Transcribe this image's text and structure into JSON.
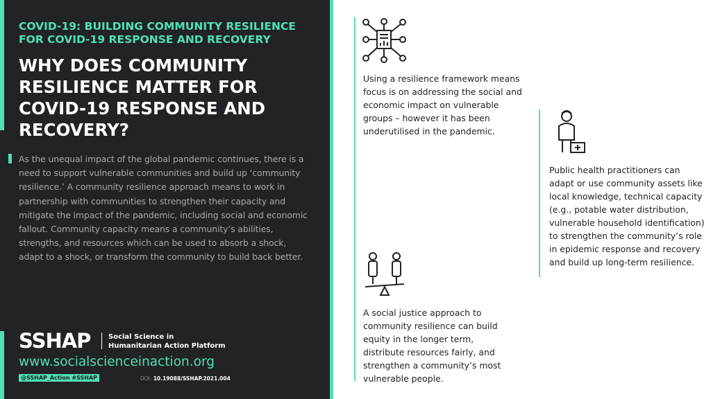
{
  "header": {
    "subtitle": "COVID-19: BUILDING COMMUNITY RESILIENCE FOR COVID-19 RESPONSE AND RECOVERY",
    "title": "WHY DOES COMMUNITY RESILIENCE MATTER FOR COVID-19 RESPONSE AND RECOVERY?"
  },
  "intro": "As the unequal impact of the global pandemic continues, there is a need to support vulnerable communities and build up ‘community resilience.’ A community resilience approach means to work in partnership with communities to strengthen their capacity and mitigate the impact of the pandemic, including social and economic fallout. Community capacity means a community’s abilities, strengths, and resources which can be used to absorb a shock, adapt to a shock, or transform the community to build back better.",
  "footer": {
    "logo": "SSHAP",
    "logo_line1": "Social Science in",
    "logo_line2": "Humanitarian Action Platform",
    "url": "www.socialscienceinaction.org",
    "handle": "@SSHAP_Action #SSHAP",
    "doi_label": "DOI:",
    "doi": "10.19088/SSHAP.2021.004"
  },
  "cards": [
    {
      "icon": "framework-network-icon",
      "text": "Using a resilience framework means focus is on addressing the social and economic impact on vulnerable groups – however it has been underutilised in the pandemic."
    },
    {
      "icon": "health-worker-icon",
      "text": "Public health practitioners can adapt or use community assets like local knowledge, technical capacity (e.g., potable water distribution, vulnerable household identification) to strengthen the community’s role in epidemic response and recovery and build up long-term resilience."
    },
    {
      "icon": "balance-people-icon",
      "text": "A social justice approach to community resilience can build equity in the longer term, distribute resources fairly, and strengthen a community’s most vulnerable people."
    }
  ],
  "colors": {
    "accent": "#4fe0b6",
    "dark": "#222326"
  }
}
